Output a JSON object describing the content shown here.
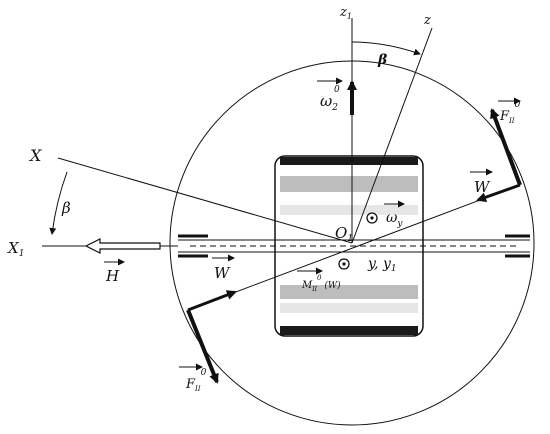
{
  "labels": {
    "z1": "z",
    "z1_sub": "1",
    "z": "z",
    "beta_top": "β",
    "beta_left": "β",
    "x": "X",
    "x1": "X",
    "x1_sub": "1",
    "omega2": "ω",
    "omega2_sub": "2",
    "omega2_sup": "0",
    "fll_top": "F",
    "fll_top_sub": "II",
    "fll_top_sup": "0",
    "w_right": "W",
    "o1": "O",
    "o1_sub": "1",
    "omega_y": "ω",
    "omega_y_sub": "y",
    "h": "H",
    "w_left": "W",
    "y_label": "y, y",
    "y_sub": "1",
    "mll": "M",
    "mll_sub": "II",
    "mll_sup": "0",
    "mll_arg": " (W)",
    "fll_bottom": "F",
    "fll_bottom_sub": "II",
    "fll_bottom_sup": "0"
  },
  "colors": {
    "ink": "#111111",
    "roller_dark": "#1a1a1a",
    "roller_light": "#bdbdbd",
    "roller_mid": "#e6e6e6"
  }
}
